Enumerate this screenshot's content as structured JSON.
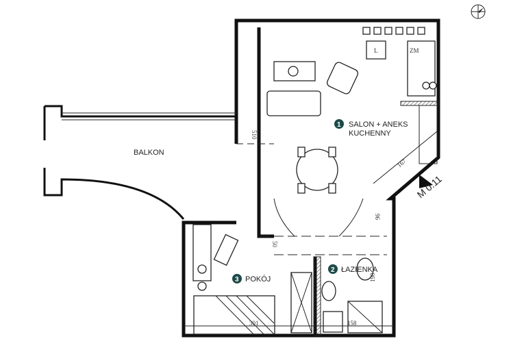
{
  "rooms": [
    {
      "number": "1",
      "name_line1": "SALON + ANEKS",
      "name_line2": "KUCHENNY"
    },
    {
      "number": "2",
      "name": "ŁAZIENKA"
    },
    {
      "number": "3",
      "name": "POKÓJ"
    }
  ],
  "balcony_label": "BALKON",
  "entrance_label": "M 0.11",
  "kitchen_labels": {
    "fridge": "L",
    "boiler": "ZM"
  },
  "dimensions": {
    "balcony_door": "510",
    "entrance": "167",
    "kitchen_passage": "96",
    "hall": "50",
    "bathroom_height": "190",
    "room_width": "301",
    "bathroom_width": "158"
  },
  "colors": {
    "badge": "#1d4a4a",
    "wall": "#111111"
  }
}
